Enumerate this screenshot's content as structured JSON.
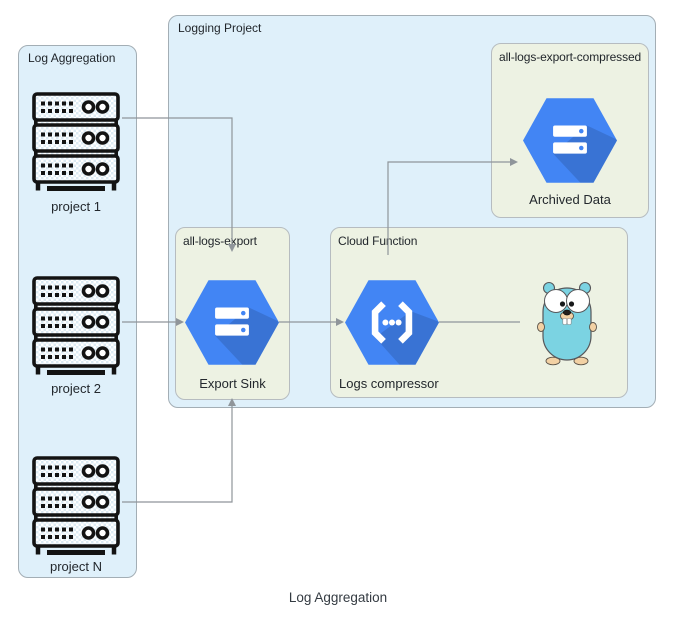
{
  "canvas": {
    "caption": "Log Aggregation"
  },
  "zones": {
    "log_aggregation": {
      "title": "Log Aggregation"
    },
    "logging_project": {
      "title": "Logging Project"
    }
  },
  "groups": {
    "compressed": {
      "title": "all-logs-export-compressed",
      "node_label": "Archived Data"
    },
    "export_sink": {
      "title": "all-logs-export",
      "node_label": "Export Sink"
    },
    "cloud_function": {
      "title": "Cloud Function",
      "node_label": "Logs compressor"
    }
  },
  "projects": [
    {
      "label": "project 1"
    },
    {
      "label": "project 2"
    },
    {
      "label": "project N"
    }
  ],
  "icons": {
    "storage_hexagon": "cloud-storage-hexagon-icon",
    "functions_hexagon": "cloud-functions-hexagon-icon",
    "server_rack": "server-rack-icon",
    "gopher": "go-gopher-mascot"
  },
  "connectors": [
    {
      "from": "project 1",
      "to": "all-logs-export",
      "arrow": true
    },
    {
      "from": "project 2",
      "to": "Export Sink",
      "arrow": true
    },
    {
      "from": "project N",
      "to": "all-logs-export",
      "arrow": true
    },
    {
      "from": "Export Sink",
      "to": "Logs compressor",
      "arrow": true
    },
    {
      "from": "Cloud Function",
      "to": "all-logs-export-compressed",
      "arrow": true
    },
    {
      "from": "Logs compressor",
      "to": "go-gopher",
      "arrow": false
    }
  ],
  "colors": {
    "zone_fill": "#dff0fa",
    "zone_border": "#a3aeb5",
    "group_fill": "#edf2e3",
    "group_border": "#b6bcc0",
    "hexagon_blue": "#4285f4",
    "connector_gray": "#8f959a",
    "server_ink": "#131313",
    "gopher_body": "#7bd3e2",
    "gopher_tan": "#f2d1a4",
    "text": "#30363b"
  }
}
